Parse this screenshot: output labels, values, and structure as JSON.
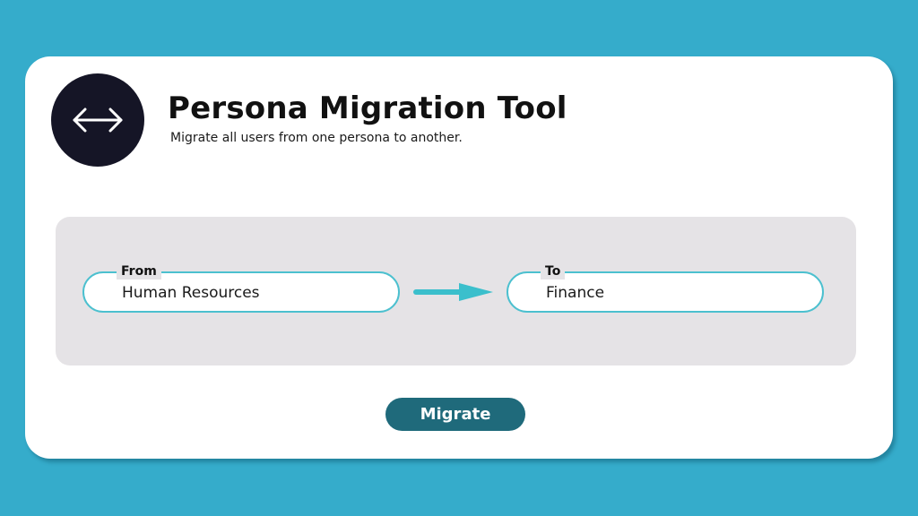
{
  "header": {
    "title": "Persona Migration Tool",
    "subtitle": "Migrate all users from one persona to another.",
    "logo_icon": "left-right-arrow-icon"
  },
  "migration": {
    "from": {
      "label": "From",
      "value": "Human Resources"
    },
    "to": {
      "label": "To",
      "value": "Finance"
    },
    "direction_icon": "right-arrow-icon"
  },
  "actions": {
    "migrate_label": "Migrate"
  },
  "colors": {
    "background": "#35accb",
    "card": "#ffffff",
    "logo_circle": "#151526",
    "panel": "#e5e3e6",
    "field_border": "#4cc0cf",
    "arrow": "#3bbfcc",
    "button": "#1f6a7b"
  }
}
